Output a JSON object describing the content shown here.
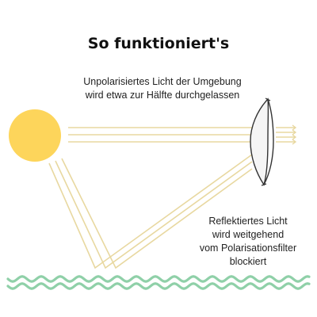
{
  "title": "So funktioniert's",
  "caption_unpolarized": {
    "line1": "Unpolarisiertes Licht der Umgebung",
    "line2": "wird etwa zur Hälfte durchgelassen"
  },
  "caption_reflected": {
    "line1": "Reflektiertes Licht",
    "line2": "wird weitgehend",
    "line3": "vom Polarisationsfilter",
    "line4": "blockiert"
  },
  "icons": {
    "sun": "sun-icon",
    "lens": "polarized-lens-icon",
    "water": "water-wave-icon"
  },
  "colors": {
    "sun": "#FDD55B",
    "light_ray": "#E8D8A0",
    "lens_stroke": "#333333",
    "water": "#8FD0A8",
    "text": "#222222"
  }
}
